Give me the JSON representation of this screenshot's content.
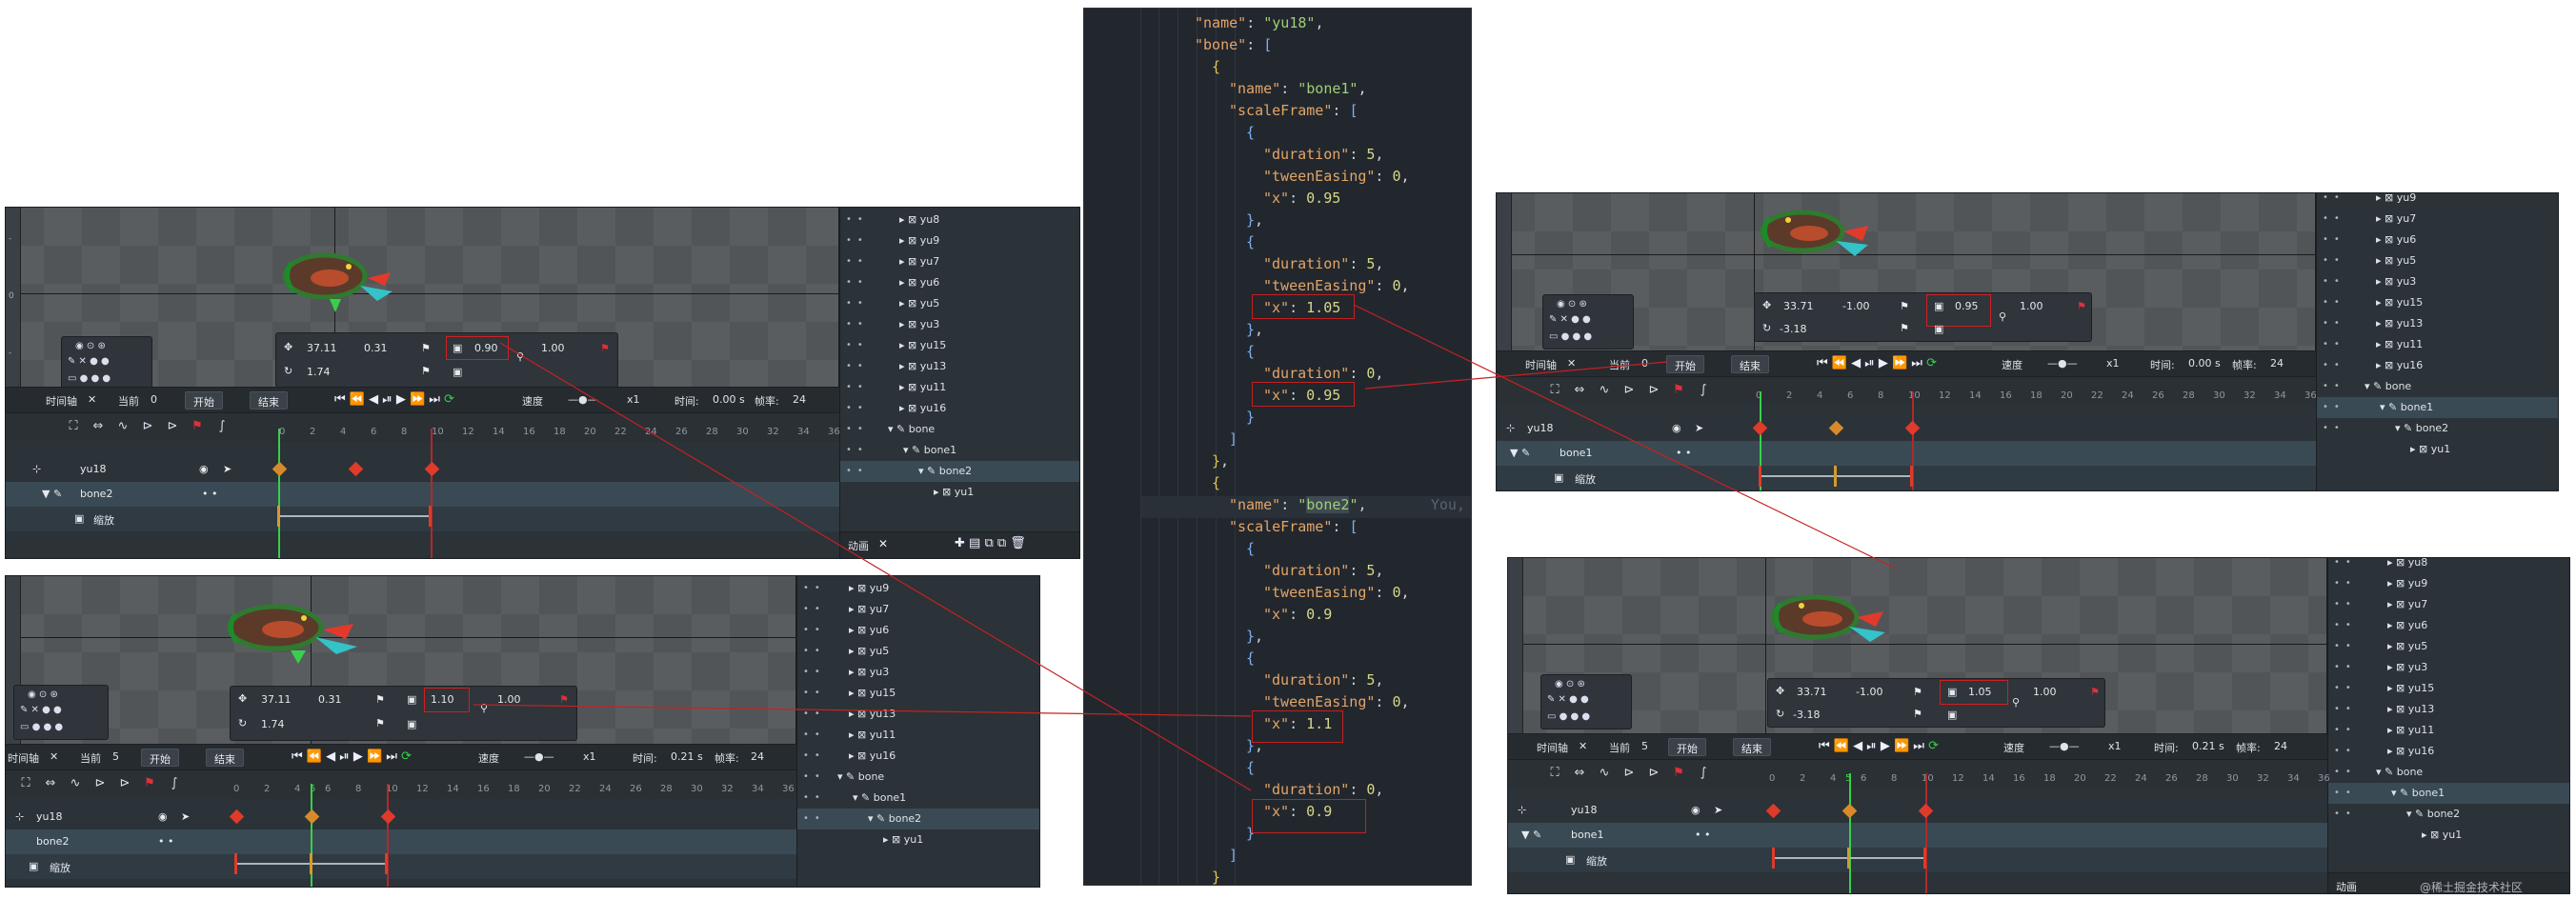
{
  "panel_tl": {
    "ruler_labels": [
      "-",
      "0",
      "-"
    ],
    "transform": {
      "x": "37.11",
      "y": "0.31",
      "scale_x": "0.90",
      "scale_y": "1.00",
      "rotation": "1.74"
    },
    "timeline": {
      "tab": "时间轴",
      "current_label": "当前",
      "current_value": "0",
      "start_btn": "开始",
      "end_btn": "结束",
      "speed_label": "速度",
      "speed_value": "x1",
      "time_label": "时间:",
      "time_value": "0.00 s",
      "fps_label": "帧率:",
      "fps_value": "24"
    },
    "ruler_ticks": [
      "0",
      "2",
      "4",
      "6",
      "8",
      "10",
      "12",
      "14",
      "16",
      "18",
      "20",
      "22",
      "24",
      "26",
      "28",
      "30",
      "32",
      "34",
      "36"
    ],
    "layers": [
      {
        "name": "yu18"
      },
      {
        "name": "bone2"
      },
      {
        "name": "缩放"
      }
    ],
    "tree": [
      "yu8",
      "yu9",
      "yu7",
      "yu6",
      "yu5",
      "yu3",
      "yu15",
      "yu13",
      "yu11",
      "yu16",
      "bone",
      "bone1",
      "bone2",
      "yu1"
    ],
    "bottom_tab": "动画"
  },
  "panel_bl": {
    "transform": {
      "x": "37.11",
      "y": "0.31",
      "scale_x": "1.10",
      "scale_y": "1.00",
      "rotation": "1.74"
    },
    "timeline": {
      "tab": "时间轴",
      "current_label": "当前",
      "current_value": "5",
      "start_btn": "开始",
      "end_btn": "结束",
      "speed_label": "速度",
      "speed_value": "x1",
      "time_label": "时间:",
      "time_value": "0.21 s",
      "fps_label": "帧率:",
      "fps_value": "24"
    },
    "ruler_ticks": [
      "0",
      "2",
      "4",
      "5",
      "6",
      "8",
      "10",
      "12",
      "14",
      "16",
      "18",
      "20",
      "22",
      "24",
      "26",
      "28",
      "30",
      "32",
      "34",
      "36"
    ],
    "layers": [
      {
        "name": "yu18"
      },
      {
        "name": "bone2"
      },
      {
        "name": "缩放"
      }
    ],
    "tree": [
      "yu9",
      "yu7",
      "yu6",
      "yu5",
      "yu3",
      "yu15",
      "yu13",
      "yu11",
      "yu16",
      "bone",
      "bone1",
      "bone2",
      "yu1"
    ]
  },
  "panel_tr": {
    "transform": {
      "x": "33.71",
      "y": "-1.00",
      "scale_x": "0.95",
      "scale_y": "1.00",
      "rotation": "-3.18"
    },
    "timeline": {
      "tab": "时间轴",
      "current_label": "当前",
      "current_value": "0",
      "start_btn": "开始",
      "end_btn": "结束",
      "speed_label": "速度",
      "speed_value": "x1",
      "time_label": "时间:",
      "time_value": "0.00 s",
      "fps_label": "帧率:",
      "fps_value": "24"
    },
    "ruler_ticks": [
      "0",
      "2",
      "4",
      "6",
      "8",
      "10",
      "12",
      "14",
      "16",
      "18",
      "20",
      "22",
      "24",
      "26",
      "28",
      "30",
      "32",
      "34",
      "36"
    ],
    "layers": [
      {
        "name": "yu18"
      },
      {
        "name": "bone1"
      },
      {
        "name": "缩放"
      }
    ],
    "tree": [
      "yu9",
      "yu7",
      "yu6",
      "yu5",
      "yu3",
      "yu15",
      "yu13",
      "yu11",
      "yu16",
      "bone",
      "bone1",
      "bone2",
      "yu1"
    ]
  },
  "panel_br": {
    "transform": {
      "x": "33.71",
      "y": "-1.00",
      "scale_x": "1.05",
      "scale_y": "1.00",
      "rotation": "-3.18"
    },
    "timeline": {
      "tab": "时间轴",
      "current_label": "当前",
      "current_value": "5",
      "start_btn": "开始",
      "end_btn": "结束",
      "speed_label": "速度",
      "speed_value": "x1",
      "time_label": "时间:",
      "time_value": "0.21 s",
      "fps_label": "帧率:",
      "fps_value": "24"
    },
    "ruler_ticks": [
      "0",
      "2",
      "4",
      "5",
      "6",
      "8",
      "10",
      "12",
      "14",
      "16",
      "18",
      "20",
      "22",
      "24",
      "26",
      "28",
      "30",
      "32",
      "34",
      "36"
    ],
    "layers": [
      {
        "name": "yu18"
      },
      {
        "name": "bone1"
      },
      {
        "name": "缩放"
      }
    ],
    "tree": [
      "yu8",
      "yu9",
      "yu7",
      "yu6",
      "yu5",
      "yu3",
      "yu15",
      "yu13",
      "yu11",
      "yu16",
      "bone",
      "bone1",
      "bone2",
      "yu1"
    ],
    "bottom_tab": "动画",
    "watermark": "@稀土掘金技术社区"
  },
  "code": {
    "l1_key": "\"name\"",
    "l1_val": "\"yu18\"",
    "l2_key": "\"bone\"",
    "name_key": "\"name\"",
    "bone1": "\"bone1\"",
    "bone2": "bone2",
    "scale_key": "\"scaleFrame\"",
    "dur_key": "\"duration\"",
    "ease_key": "\"tweenEasing\"",
    "x_key": "\"x\"",
    "v5": "5",
    "v0": "0",
    "x1": "0.95",
    "x2": "1.05",
    "x3": "0.95",
    "x4": "0.9",
    "x5": "1.1",
    "x6": "0.9",
    "blame": "You,"
  }
}
